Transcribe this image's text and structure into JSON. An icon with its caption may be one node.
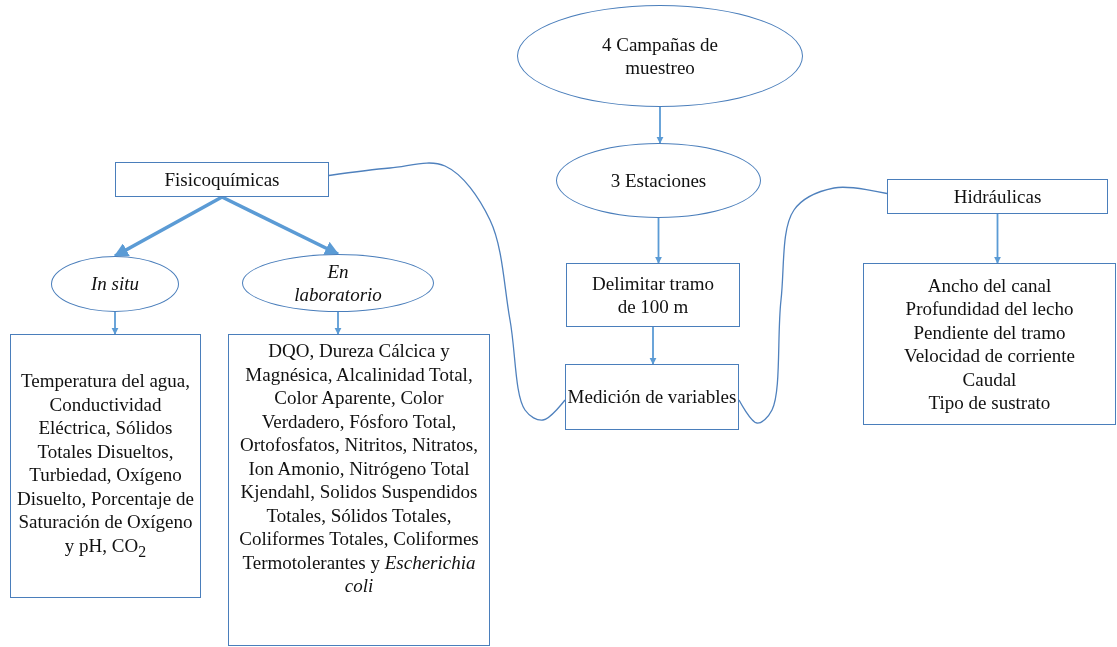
{
  "diagram": {
    "nodes": [
      {
        "text": [
          "4 Campañas de muestreo"
        ]
      },
      {
        "text": [
          "3 Estaciones"
        ]
      },
      {
        "text": [
          "Delimitar tramo de 100 m"
        ]
      },
      {
        "text": [
          "Medición de variables"
        ]
      },
      {
        "text": [
          "Fisicoquímicas"
        ]
      },
      {
        "text": [
          "Hidráulicas"
        ]
      },
      {
        "text": [
          "In situ"
        ]
      },
      {
        "text": [
          "En laboratorio"
        ]
      },
      {
        "text": [
          "Temperatura del agua, Conductividad Eléctrica, Sólidos Totales Disueltos, Turbiedad, Oxígeno Disuelto, Porcentaje de Saturación de Oxígeno y pH, CO$_{2}$"
        ]
      },
      {
        "text": [
          "DQO, Dureza Cálcica y Magnésica, Alcalinidad Total, Color Aparente, Color Verdadero, Fósforo Total, Ortofosfatos, Nitritos, Nitratos, Ion Amonio, Nitrógeno Total Kjendahl, Solidos Suspendidos Totales, Sólidos Totales, Coliformes Totales, Coliformes Termotolerantes y *Escherichia coli*"
        ]
      },
      {
        "text": [
          "Ancho del canal",
          "Profundidad del lecho",
          "Pendiente del tramo",
          "Velocidad de corriente",
          "Caudal",
          "Tipo de sustrato"
        ]
      }
    ],
    "edges": [
      {
        "from": 0,
        "to": 1,
        "arrow": "to"
      },
      {
        "from": 1,
        "to": 2,
        "arrow": "to"
      },
      {
        "from": 2,
        "to": 3,
        "arrow": "to"
      },
      {
        "from": 3,
        "to": 4,
        "arrow": "none"
      },
      {
        "from": 3,
        "to": 5,
        "arrow": "none"
      },
      {
        "from": 4,
        "to": 6,
        "arrow": "to",
        "style": "thick"
      },
      {
        "from": 4,
        "to": 7,
        "arrow": "to",
        "style": "thick"
      },
      {
        "from": 6,
        "to": 8,
        "arrow": "to"
      },
      {
        "from": 7,
        "to": 9,
        "arrow": "to"
      },
      {
        "from": 5,
        "to": 10,
        "arrow": "to"
      }
    ]
  }
}
